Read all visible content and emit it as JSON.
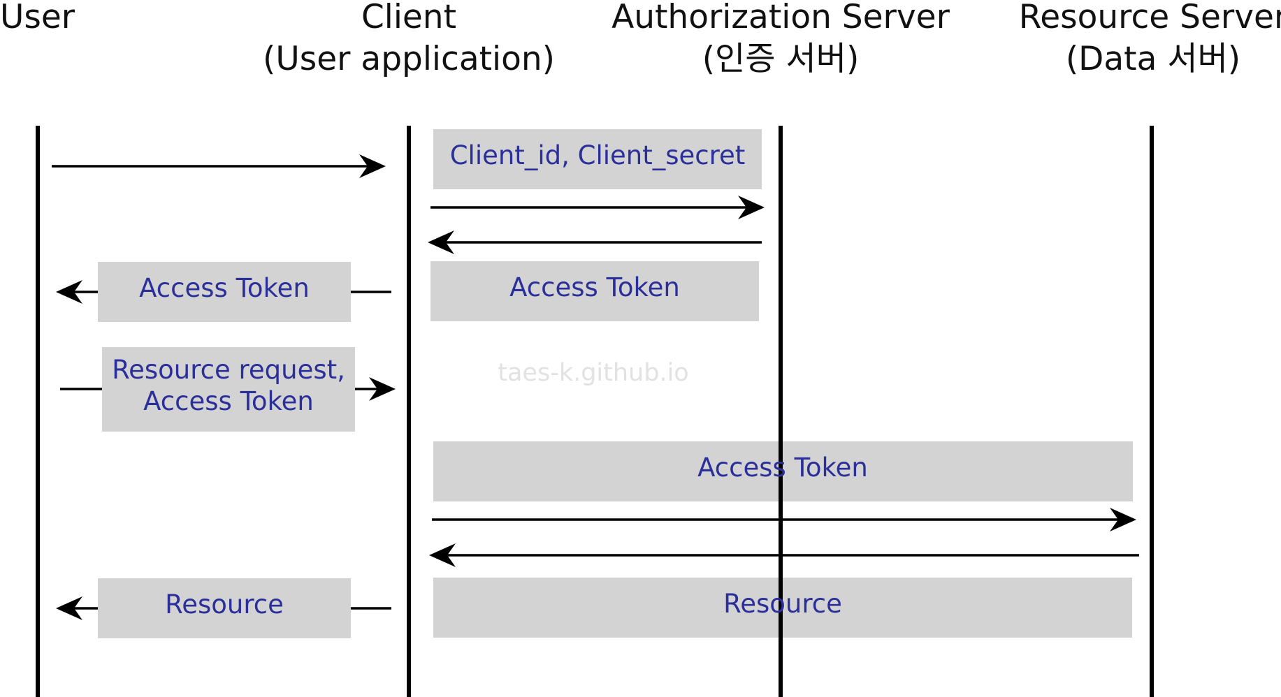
{
  "actors": [
    {
      "id": "user",
      "lines": [
        "User"
      ]
    },
    {
      "id": "client",
      "lines": [
        "Client",
        "(User application)"
      ]
    },
    {
      "id": "auth",
      "lines": [
        "Authorization Server",
        "(인증 서버)"
      ]
    },
    {
      "id": "resource",
      "lines": [
        "Resource Server",
        "(Data 서버)"
      ]
    }
  ],
  "labels": {
    "client_credentials": [
      "Client_id, Client_secret"
    ],
    "access_token_to_user": [
      "Access Token"
    ],
    "access_token_from_auth": [
      "Access Token"
    ],
    "resource_request": [
      "Resource request,",
      "Access Token"
    ],
    "access_token_to_resource": [
      "Access Token"
    ],
    "resource_to_user": [
      "Resource"
    ],
    "resource_from_server": [
      "Resource"
    ]
  },
  "watermark": "taes-k.github.io",
  "colors": {
    "line": "#000000",
    "box": "#d3d3d3",
    "label_text": "#2b2f9a",
    "actor_text": "#111111"
  }
}
